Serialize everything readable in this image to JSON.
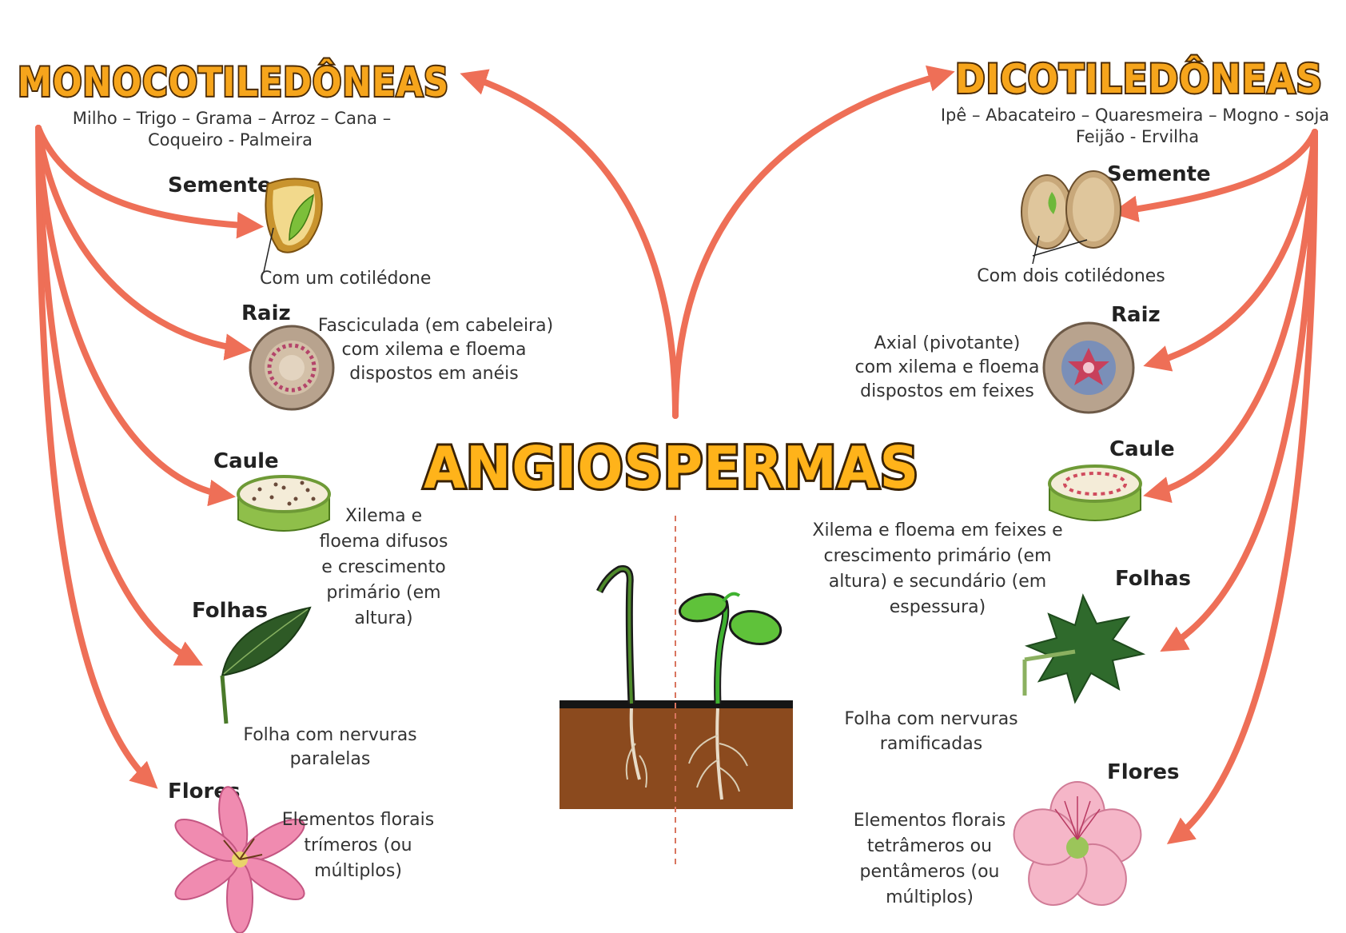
{
  "main_title": "ANGIOSPERMAS",
  "mono": {
    "title": "MONOCOTILEDÔNEAS",
    "examples_line1": "Milho – Trigo – Grama – Arroz – Cana –",
    "examples_line2": "Coqueiro - Palmeira",
    "semente": {
      "label": "Semente",
      "desc": "Com um cotilédone"
    },
    "raiz": {
      "label": "Raiz",
      "desc": [
        "Fasciculada (em cabeleira)",
        "com xilema e floema",
        "dispostos em anéis"
      ]
    },
    "caule": {
      "label": "Caule",
      "desc": [
        "Xilema e",
        "floema difusos",
        "e crescimento",
        "primário (em",
        "altura)"
      ]
    },
    "folhas": {
      "label": "Folhas",
      "desc": [
        "Folha com nervuras",
        "paralelas"
      ]
    },
    "flores": {
      "label": "Flores",
      "desc": [
        "Elementos florais",
        "trímeros (ou",
        "múltiplos)"
      ]
    }
  },
  "dico": {
    "title": "DICOTILEDÔNEAS",
    "examples_line1": "Ipê – Abacateiro – Quaresmeira – Mogno - soja",
    "examples_line2": "Feijão - Ervilha",
    "semente": {
      "label": "Semente",
      "desc": "Com dois cotilédones"
    },
    "raiz": {
      "label": "Raiz",
      "desc": [
        "Axial (pivotante)",
        "com xilema e floema",
        "dispostos em feixes"
      ]
    },
    "caule": {
      "label": "Caule",
      "desc": [
        "Xilema e floema em feixes e",
        "crescimento primário (em",
        "altura) e secundário (em",
        "espessura)"
      ]
    },
    "folhas": {
      "label": "Folhas",
      "desc": [
        "Folha com nervuras",
        "ramificadas"
      ]
    },
    "flores": {
      "label": "Flores",
      "desc": [
        "Elementos florais",
        "tetrâmeros ou",
        "pentâmeros (ou",
        "múltiplos)"
      ]
    }
  },
  "colors": {
    "arrow": "#ee6f57",
    "title_fill": "#f6a51c",
    "title_outline": "#4a2a05",
    "soil": "#8b4a1e"
  }
}
